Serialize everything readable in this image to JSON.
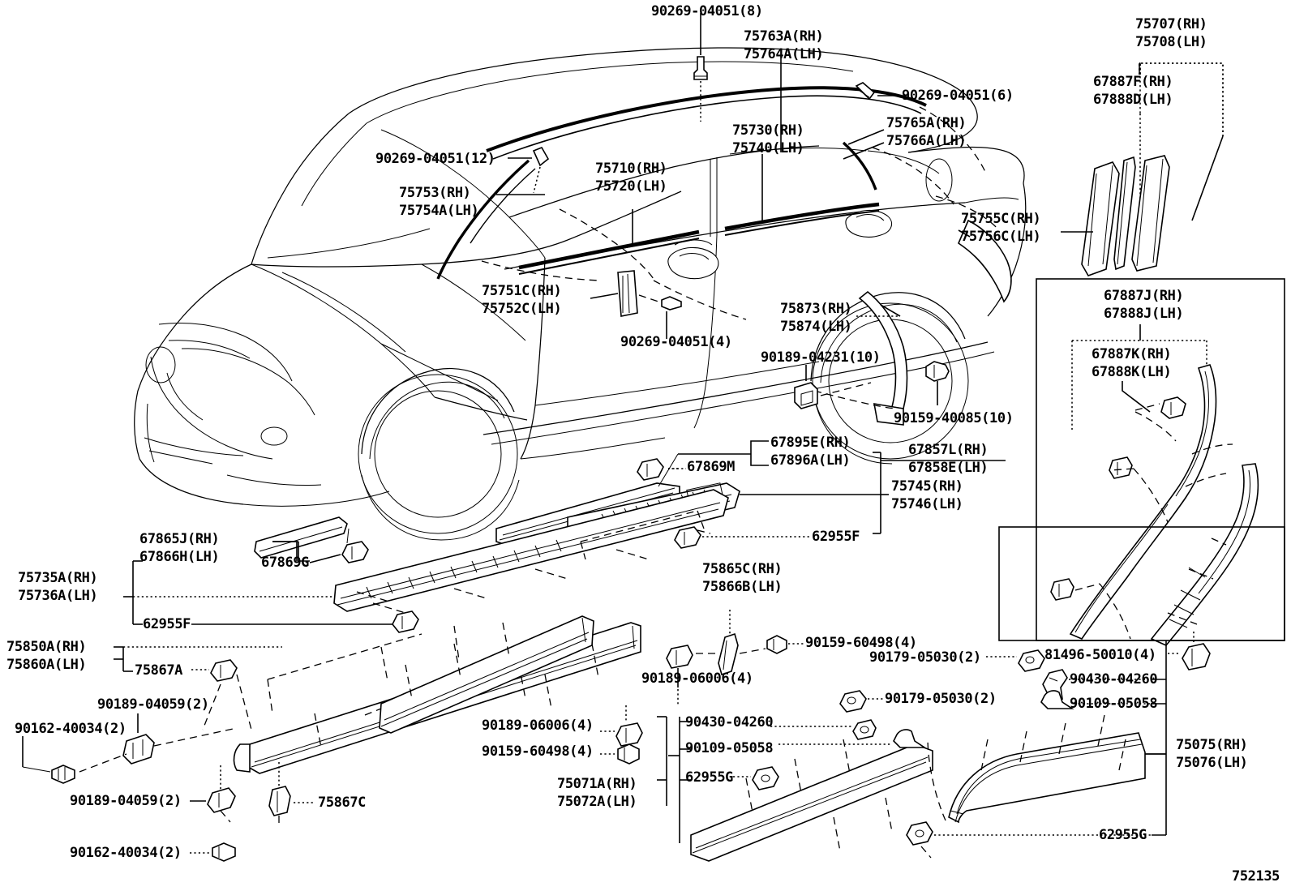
{
  "diagram": {
    "id": "752135",
    "title": "Toyota / Lexus RX Body Side Moulding Parts Diagram"
  },
  "labels": {
    "clip_roof_8": "90269-04051(8)",
    "roof_drip_rh": "75763A(RH)",
    "roof_drip_lh": "75764A(LH)",
    "clip_roof_6": "90269-04051(6)",
    "qtr_rh": "75765A(RH)",
    "qtr_lh": "75766A(LH)",
    "belt_rear_rh": "75730(RH)",
    "belt_rear_lh": "75740(LH)",
    "clip_12": "90269-04051(12)",
    "wshield_rh": "75753(RH)",
    "wshield_lh": "75754A(LH)",
    "belt_front_rh": "75710(RH)",
    "belt_front_lh": "75720(LH)",
    "pillar_rh": "75751C(RH)",
    "pillar_lh": "75752C(LH)",
    "clip_4": "90269-04051(4)",
    "flare_rh": "75755C(RH)",
    "flare_lh": "75756C(LH)",
    "pillar_kit_rh": "75707(RH)",
    "pillar_kit_lh": "75708(LH)",
    "tape_rh": "67887F(RH)",
    "tape_lh": "67888D(LH)",
    "arch_rh": "75873(RH)",
    "arch_lh": "75874(LH)",
    "clip_04231": "90189-04231(10)",
    "nut_40085": "90159-40085(10)",
    "ret_rh": "67895E(RH)",
    "ret_lh": "67896A(LH)",
    "clip_67869m": "67869M",
    "tape2_rh": "67857L(RH)",
    "tape2_lh": "67858E(LH)",
    "rocker_rh": "75745(RH)",
    "rocker_lh": "75746(LH)",
    "clip_62955f_mid": "62955F",
    "grom_rh": "67865J(RH)",
    "grom_lh": "67866H(LH)",
    "clip_67869g": "67869G",
    "belt_low_rh": "75735A(RH)",
    "belt_low_lh": "75736A(LH)",
    "clip_62955f_low": "62955F",
    "rockpanel_rh": "75850A(RH)",
    "rockpanel_lh": "75860A(LH)",
    "clip_75867a": "75867A",
    "clip_04059_a": "90189-04059(2)",
    "screw_40034_a": "90162-40034(2)",
    "clip_04059_b": "90189-04059(2)",
    "screw_40034_b": "90162-40034(2)",
    "clip_75867c": "75867C",
    "bracket_rh": "75865C(RH)",
    "bracket_lh": "75866B(LH)",
    "clip_06006_a": "90189-06006(4)",
    "nut_60498_a": "90159-60498(4)",
    "clip_06006_b": "90189-06006(4)",
    "nut_60498_b": "90159-60498(4)",
    "door_mould_rh": "75071A(RH)",
    "door_mould_lh": "75072A(LH)",
    "clip_90430_a": "90430-04260",
    "clip_90109_a": "90109-05058",
    "clip_62955g_a": "62955G",
    "nut_05030_a": "90179-05030(2)",
    "nut_05030_b": "90179-05030(2)",
    "clip_81496": "81496-50010(4)",
    "clip_90430_b": "90430-04260",
    "clip_90109_b": "90109-05058",
    "qtr_mould_rh": "75075(RH)",
    "qtr_mould_lh": "75076(LH)",
    "clip_62955g_b": "62955G",
    "inset_j_rh": "67887J(RH)",
    "inset_j_lh": "67888J(LH)",
    "inset_k_rh": "67887K(RH)",
    "inset_k_lh": "67888K(LH)"
  },
  "colors": {
    "line": "#000000",
    "background": "#ffffff"
  }
}
